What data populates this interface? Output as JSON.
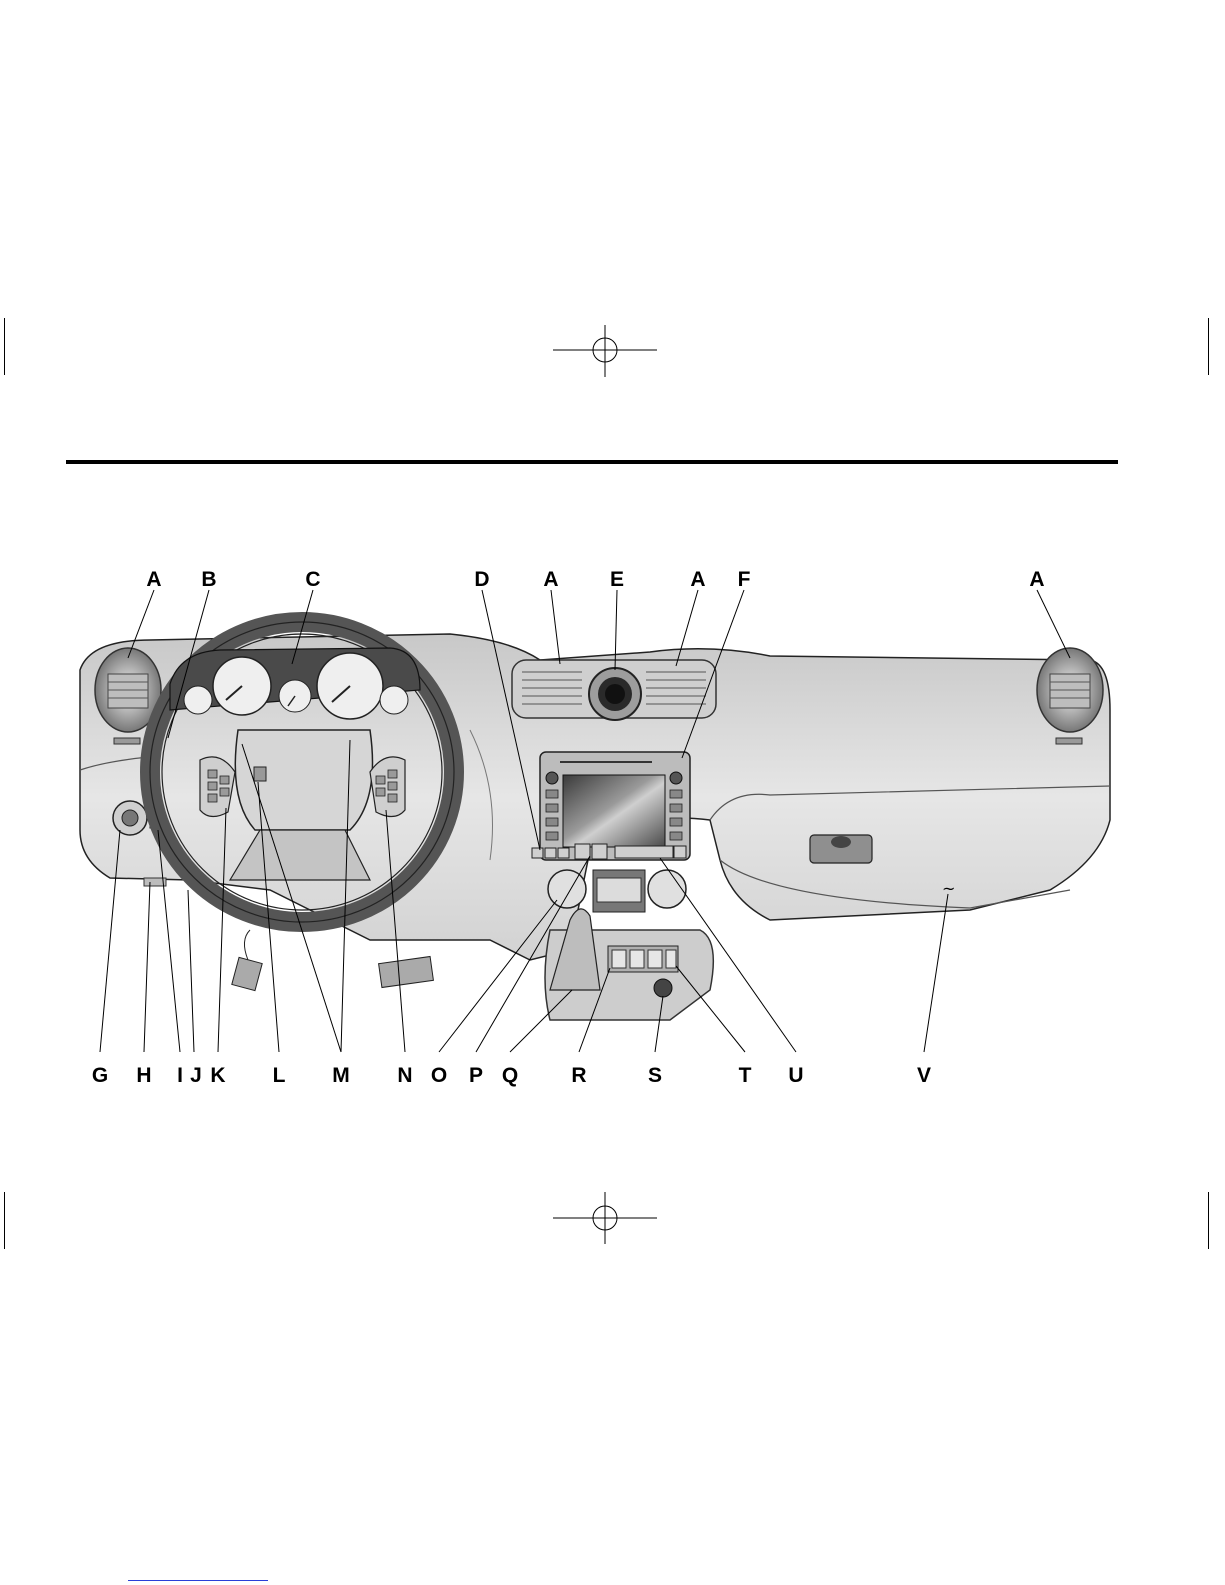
{
  "figure": {
    "type": "instrument panel overview",
    "callouts_top": [
      {
        "letter": "A"
      },
      {
        "letter": "B"
      },
      {
        "letter": "C"
      },
      {
        "letter": "D"
      },
      {
        "letter": "A"
      },
      {
        "letter": "E"
      },
      {
        "letter": "A"
      },
      {
        "letter": "F"
      },
      {
        "letter": "A"
      }
    ],
    "callouts_bottom": [
      {
        "letter": "G"
      },
      {
        "letter": "H"
      },
      {
        "letter": "I"
      },
      {
        "letter": "J"
      },
      {
        "letter": "K"
      },
      {
        "letter": "L"
      },
      {
        "letter": "M"
      },
      {
        "letter": "N"
      },
      {
        "letter": "O"
      },
      {
        "letter": "P"
      },
      {
        "letter": "Q"
      },
      {
        "letter": "R"
      },
      {
        "letter": "S"
      },
      {
        "letter": "T"
      },
      {
        "letter": "U"
      },
      {
        "letter": "V"
      }
    ]
  },
  "colors": {
    "ink": "#000000",
    "panel": "#d9d9d9",
    "panel_dark": "#8c8c8c",
    "link": "#2a3fd8"
  }
}
